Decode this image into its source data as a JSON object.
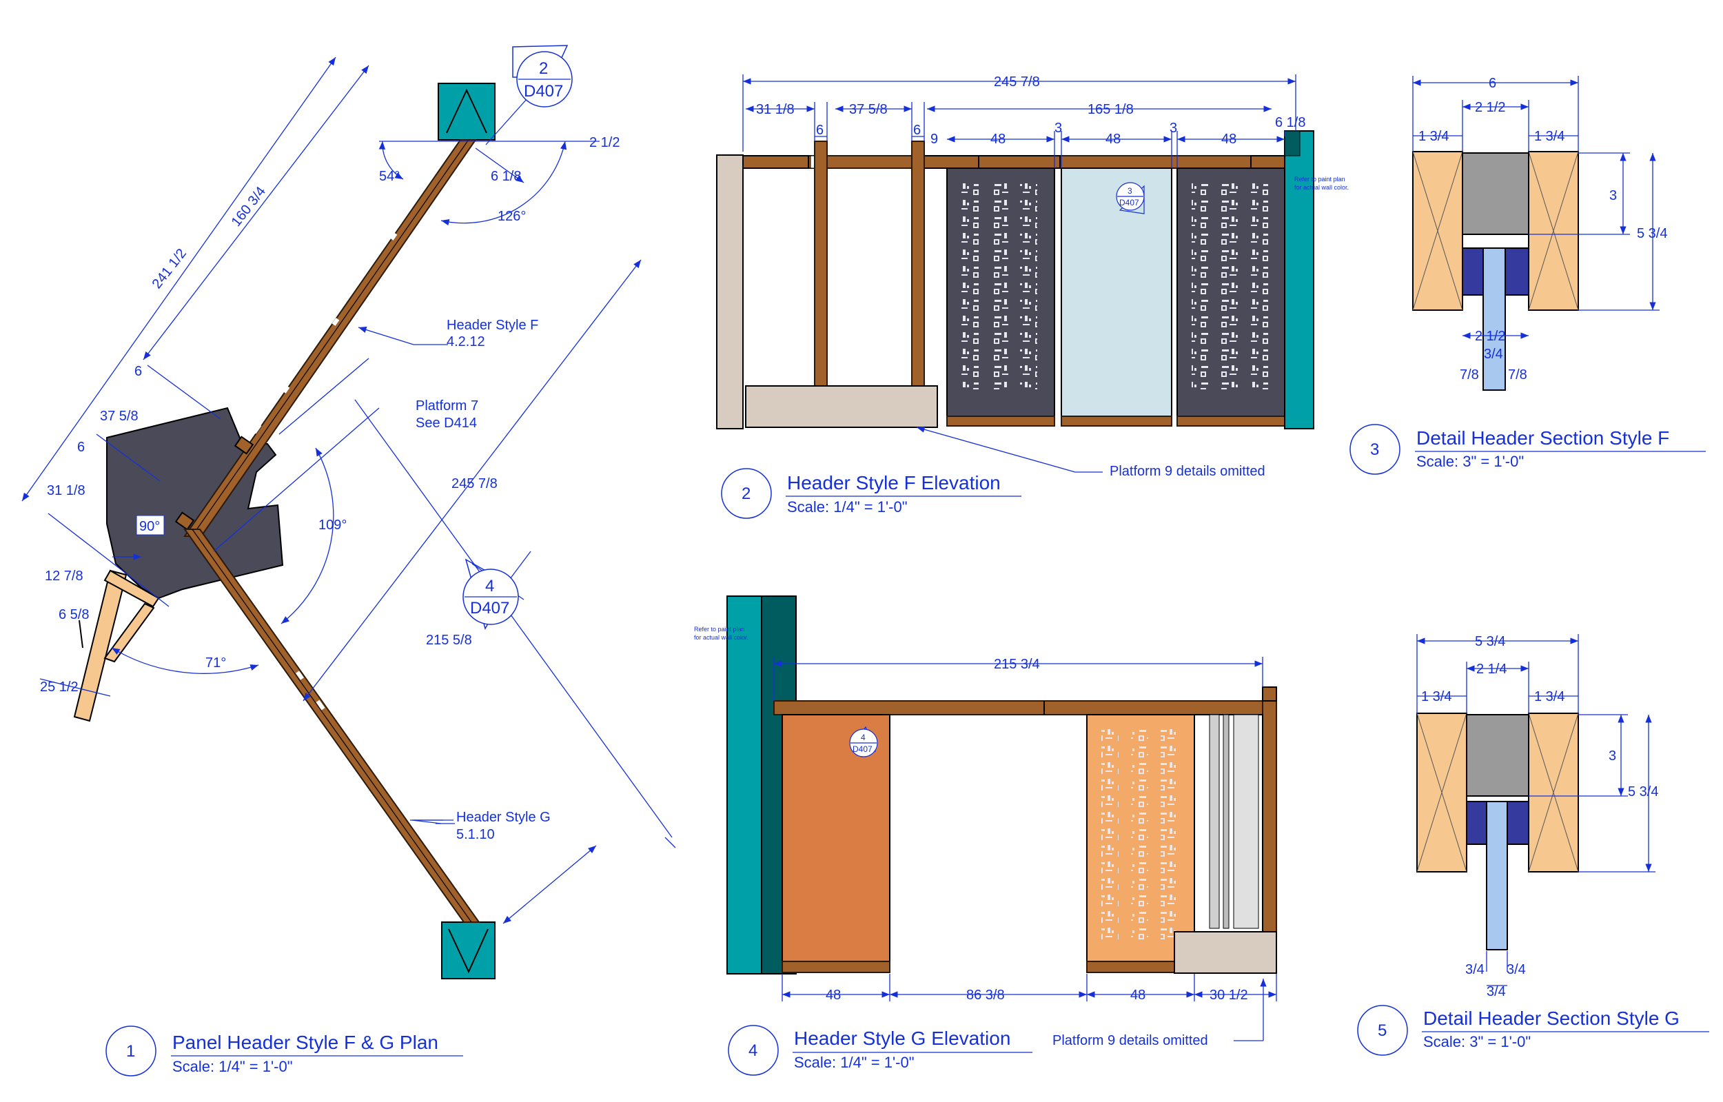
{
  "colors": {
    "dimension": "#1530d8",
    "wood": "#a0622a",
    "teal": "#00a0a8",
    "dark_teal": "#005c5e",
    "panel_dark": "#4a4a58",
    "platform_plan": "#4a4a58",
    "glass": "#cfe3ea",
    "plank": "#f6c890",
    "orange_panel": "#d97d44",
    "light_orange_panel": "#f3a968",
    "stone": "#d8ccc0",
    "steel_gray": "#9a9a9a",
    "clamp_blue": "#343a9e",
    "bar_blue": "#a8c8f0"
  },
  "views": {
    "plan": {
      "number": "1",
      "title": "Panel Header Style F & G Plan",
      "scale": "Scale: 1/4\" = 1'-0\"",
      "callout_2": {
        "num": "2",
        "sheet": "D407"
      },
      "callout_4": {
        "num": "4",
        "sheet": "D407"
      },
      "dims": {
        "d_160_3_4": "160 3/4",
        "d_241_1_2": "241 1/2",
        "d_2_1_2": "2 1/2",
        "d_6_1_8": "6 1/8",
        "a_54": "54°",
        "a_126": "126°",
        "d_6_a": "6",
        "d_37_5_8": "37 5/8",
        "d_6_b": "6",
        "d_31_1_8": "31 1/8",
        "a_90": "90°",
        "a_109": "109°",
        "d_245_7_8": "245 7/8",
        "d_215_5_8": "215 5/8",
        "d_12_7_8": "12 7/8",
        "d_6_5_8": "6 5/8",
        "d_25_1_2": "25 1/2",
        "a_71": "71°"
      },
      "notes": {
        "header_f": "Header Style F",
        "header_f_ref": "4.2.12",
        "platform": "Platform 7",
        "platform_ref": "See D414",
        "header_g": "Header Style G",
        "header_g_ref": "5.1.10"
      }
    },
    "elev_f": {
      "number": "2",
      "title": "Header Style F Elevation",
      "scale": "Scale: 1/4\" = 1'-0\"",
      "callout": {
        "num": "3",
        "sheet": "D407"
      },
      "dims": {
        "overall": "245 7/8",
        "d_31_1_8": "31 1/8",
        "d_6_a": "6",
        "d_37_5_8": "37 5/8",
        "d_6_b": "6",
        "d_165_1_8": "165 1/8",
        "d_9": "9",
        "d_48_a": "48",
        "d_3_a": "3",
        "d_48_b": "48",
        "d_3_b": "3",
        "d_48_c": "48",
        "d_6_1_8": "6 1/8"
      },
      "paint_note_1": "Refer to paint plan",
      "paint_note_2": "for actual wall color.",
      "omit_note": "Platform 9 details omitted"
    },
    "detail_f": {
      "number": "3",
      "title": "Detail Header Section Style F",
      "scale": "Scale: 3\" = 1'-0\"",
      "dims": {
        "d_6": "6",
        "d_2_1_2_top": "2 1/2",
        "d_1_3_4_l": "1 3/4",
        "d_1_3_4_r": "1 3/4",
        "d_3": "3",
        "d_5_3_4": "5 3/4",
        "d_2_1_2_bot": "2 1/2",
        "d_3_4": "3/4",
        "d_7_8_l": "7/8",
        "d_7_8_r": "7/8"
      }
    },
    "elev_g": {
      "number": "4",
      "title": "Header Style G Elevation",
      "scale": "Scale: 1/4\" = 1'-0\"",
      "callout": {
        "num": "4",
        "sheet": "D407"
      },
      "dims": {
        "overall": "215 3/4",
        "d_48_a": "48",
        "d_86_3_8": "86 3/8",
        "d_48_b": "48",
        "d_30_1_2": "30 1/2"
      },
      "paint_note_1": "Refer to paint plan",
      "paint_note_2": "for actual wall color.",
      "omit_note": "Platform 9 details omitted"
    },
    "detail_g": {
      "number": "5",
      "title": "Detail Header Section Style G",
      "scale": "Scale: 3\" = 1'-0\"",
      "dims": {
        "d_5_3_4_top": "5 3/4",
        "d_2_1_4": "2 1/4",
        "d_1_3_4_l": "1 3/4",
        "d_1_3_4_r": "1 3/4",
        "d_3": "3",
        "d_5_3_4_side": "5 3/4",
        "d_3_4_l": "3/4",
        "d_3_4_r": "3/4",
        "d_3_4_bot": "3/4"
      }
    }
  }
}
